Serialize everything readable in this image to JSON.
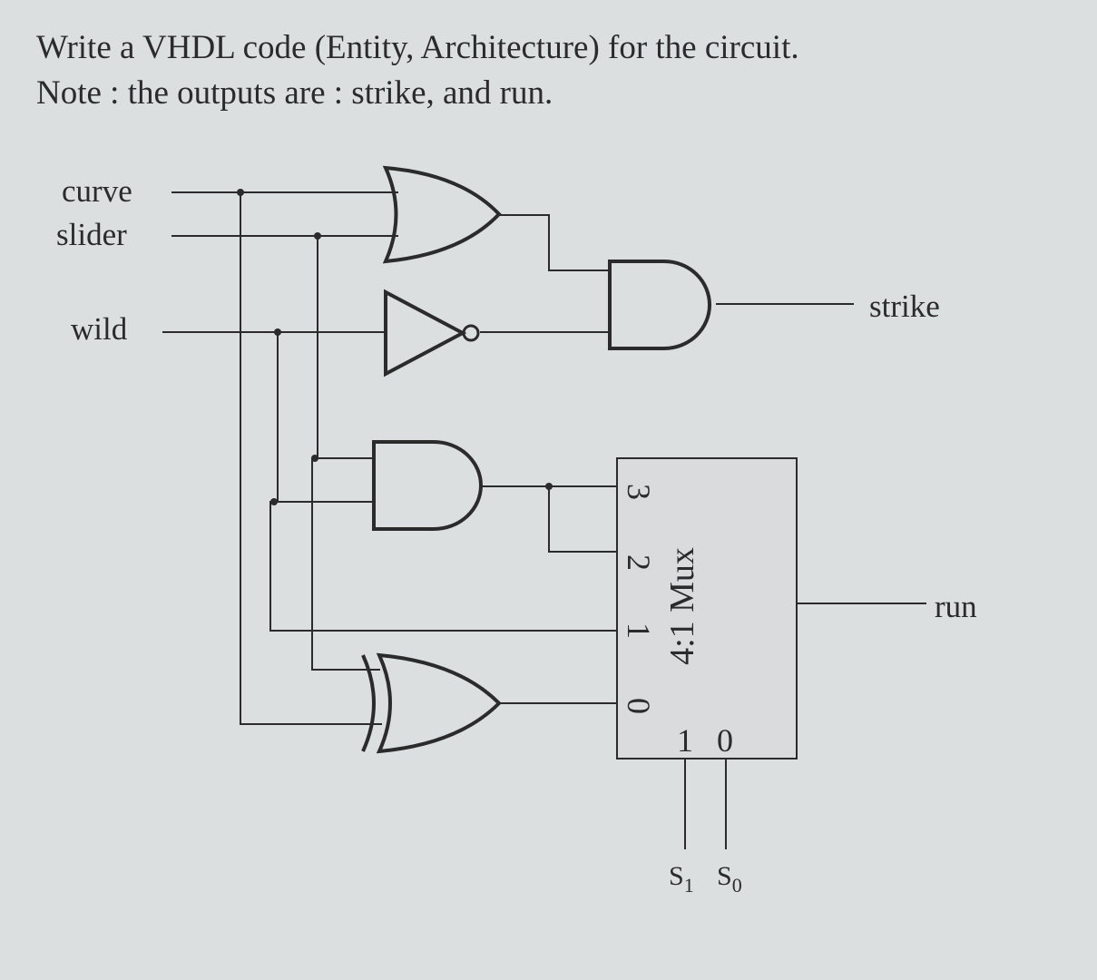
{
  "question": {
    "line1": "Write a VHDL code (Entity, Architecture) for the circuit.",
    "line2": "Note : the outputs are : strike, and run."
  },
  "diagram": {
    "inputs": {
      "curve": "curve",
      "slider": "slider",
      "wild": "wild"
    },
    "outputs": {
      "strike": "strike",
      "run": "run"
    },
    "mux": {
      "label": "4:1 Mux",
      "in3": "3",
      "in2": "2",
      "in1": "1",
      "in0": "0",
      "sel1": "1",
      "sel0": "0",
      "s1": "S",
      "s1_sub": "1",
      "s0": "S",
      "s0_sub": "0"
    },
    "gates": [
      "or-gate",
      "not-gate",
      "and-gate-strike",
      "and-gate-mux",
      "xor-gate"
    ]
  },
  "colors": {
    "background": "#dcdfe0",
    "ink": "#2b2b2b",
    "mux_fill": "#d9dbdc"
  }
}
